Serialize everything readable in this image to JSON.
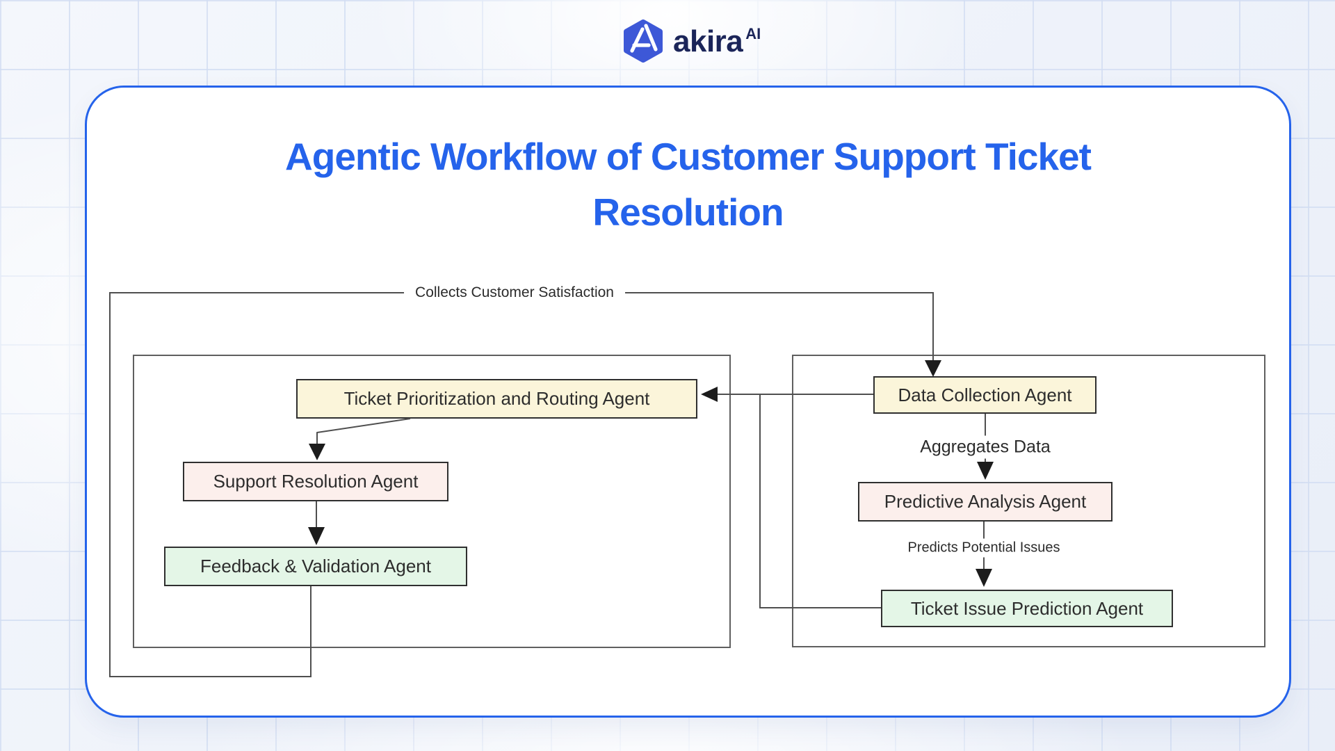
{
  "logo": {
    "brand": "akira",
    "suffix": "AI"
  },
  "title": {
    "line1": "Agentic Workflow of Customer Support Ticket",
    "line2": "Resolution"
  },
  "diagram": {
    "nodes": {
      "ticket_prioritization": "Ticket Prioritization and Routing Agent",
      "support_resolution": "Support Resolution Agent",
      "feedback_validation": "Feedback & Validation Agent",
      "data_collection": "Data Collection Agent",
      "predictive_analysis": "Predictive Analysis Agent",
      "ticket_issue_prediction": "Ticket Issue Prediction Agent"
    },
    "edge_labels": {
      "collects_customer_satisfaction": "Collects Customer Satisfaction",
      "aggregates_data": "Aggregates Data",
      "predicts_potential_issues": "Predicts Potential Issues"
    }
  },
  "colors": {
    "title_blue": "#2563eb",
    "panel_border_blue": "#2563eb",
    "logo_hexagon_blue": "#3d58d7",
    "brand_navy": "#1b2559",
    "node_yellow": "#fbf5da",
    "node_pink": "#fcefec",
    "node_green": "#e4f6e7",
    "container_border_gray": "#5f5f5f",
    "connector_gray": "#4f4f4f",
    "arrowhead_black": "#1c1c1c"
  }
}
